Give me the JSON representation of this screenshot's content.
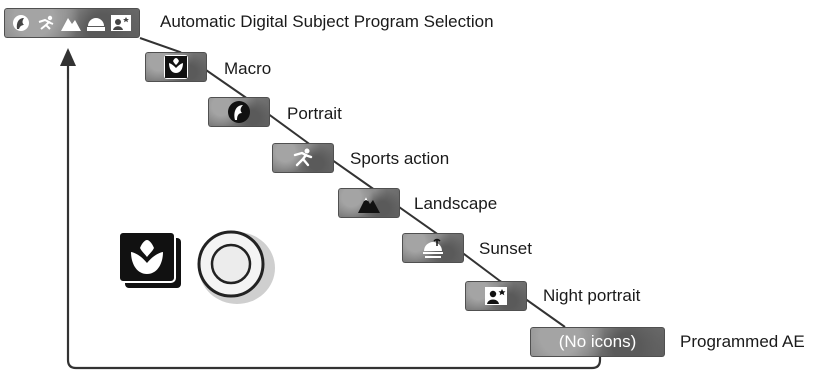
{
  "header": {
    "title": "Automatic Digital Subject Program Selection"
  },
  "modes": [
    {
      "label": "Macro",
      "icon": "macro-icon"
    },
    {
      "label": "Portrait",
      "icon": "portrait-icon"
    },
    {
      "label": "Sports action",
      "icon": "sports-action-icon"
    },
    {
      "label": "Landscape",
      "icon": "landscape-icon"
    },
    {
      "label": "Sunset",
      "icon": "sunset-icon"
    },
    {
      "label": "Night portrait",
      "icon": "night-portrait-icon"
    },
    {
      "label": "Programmed AE",
      "icon_text": "(No icons)"
    }
  ],
  "dial": {
    "button_icon": "macro-icon",
    "control": "dial-button"
  }
}
